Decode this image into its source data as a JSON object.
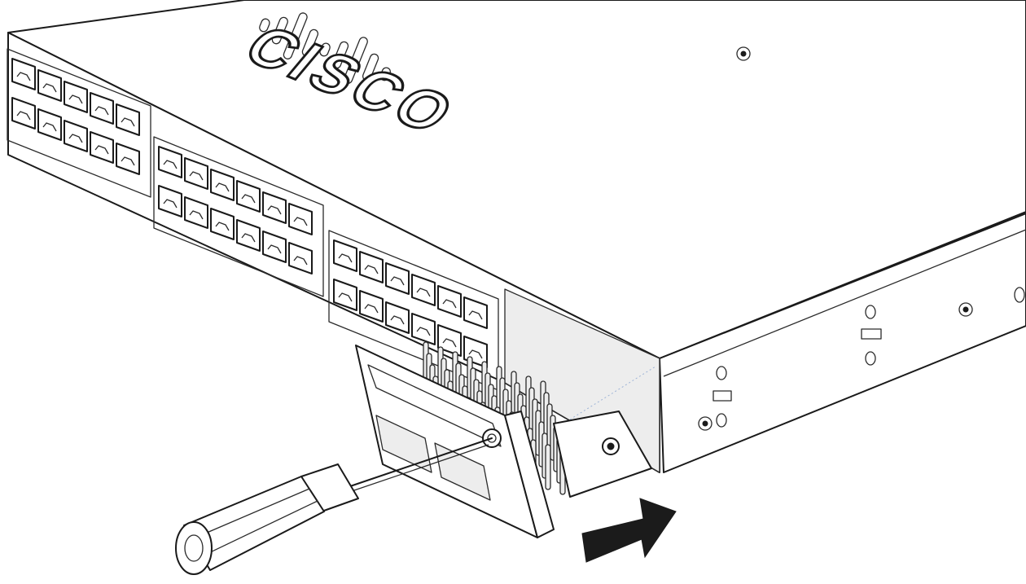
{
  "diagram": {
    "brand_logo_text": "CISCO",
    "brand_logo_icon": "cisco-bridge-logo-icon",
    "arrow_direction": "insert-right",
    "module_uplink_ports": 2,
    "switch_port_groups": 3,
    "tool_icon": "screwdriver-icon",
    "colors": {
      "line": "#1a1a1a",
      "background": "#ffffff",
      "arrow": "#1b1b1b",
      "guide": "#9db3d6"
    }
  }
}
